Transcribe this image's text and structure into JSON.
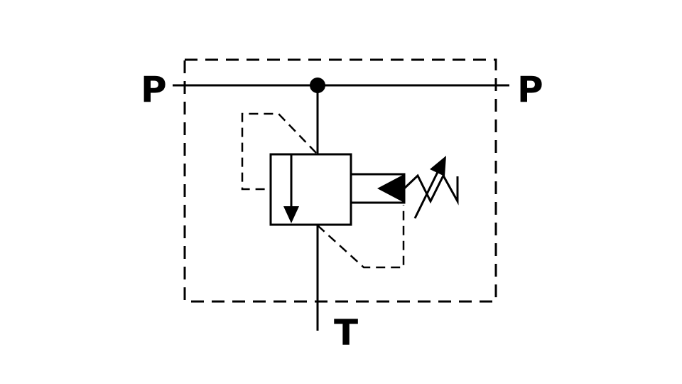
{
  "ports": {
    "left": "P",
    "right": "P",
    "tank": "T"
  },
  "colors": {
    "line": "#000000",
    "background": "#ffffff"
  },
  "symbol": "pressure-relief-valve"
}
